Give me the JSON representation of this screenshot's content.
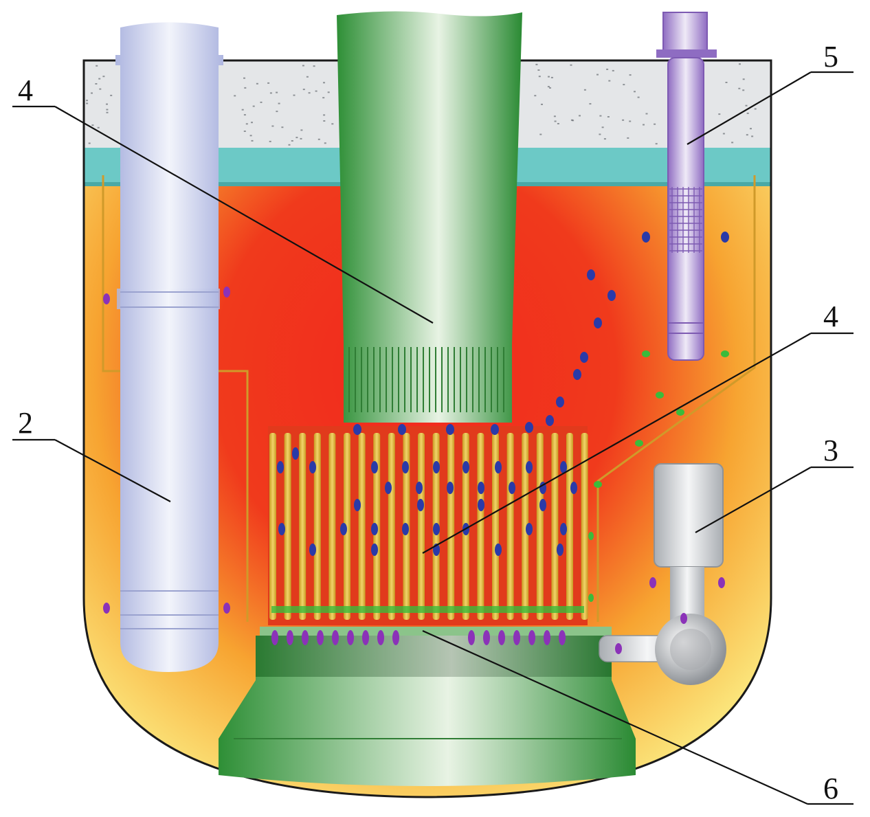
{
  "callouts": [
    {
      "id": "4-left",
      "label": "4"
    },
    {
      "id": "5",
      "label": "5"
    },
    {
      "id": "4-right",
      "label": "4"
    },
    {
      "id": "2",
      "label": "2"
    },
    {
      "id": "3",
      "label": "3"
    },
    {
      "id": "6",
      "label": "6"
    }
  ],
  "colors": {
    "vessel_outline": "#1a1a1a",
    "hot_coolant": "#f2281e",
    "warm_coolant": "#f7a431",
    "cool_coolant": "#fbe47a",
    "gas_layer": "#e4e6e8",
    "cover_band": "#6cc9c6",
    "pump_pipe": "#c8cdea",
    "central_column": "#2f9a3a",
    "core_rods": "#e2b93b",
    "control_rod": "#a58bd2",
    "heat_exchanger": "#cfd2d6",
    "flow_particles_blue": "#2a3aa8",
    "flow_particles_purple": "#8b32b8",
    "flow_particles_green": "#3bbb3b"
  }
}
